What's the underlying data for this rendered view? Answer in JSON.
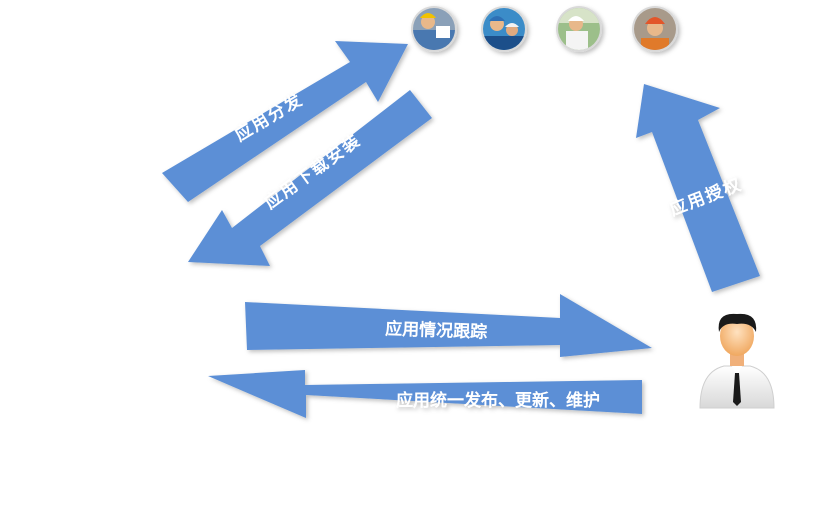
{
  "labels": {
    "distribute": "应用分发",
    "download_install": "应用下载安装",
    "authorize": "应用授权",
    "tracking": "应用情况跟踪",
    "publish": "应用统一发布、更新、维护"
  },
  "colors": {
    "arrow": "#5b8fd6",
    "text": "#ffffff",
    "background": "#ffffff"
  },
  "icons": {
    "workers": [
      "worker-hardhat-photo-icon",
      "worker-blue-hardhat-photo-icon",
      "worker-site-photo-icon",
      "worker-red-hardhat-photo-icon"
    ],
    "admin": "administrator-icon"
  }
}
